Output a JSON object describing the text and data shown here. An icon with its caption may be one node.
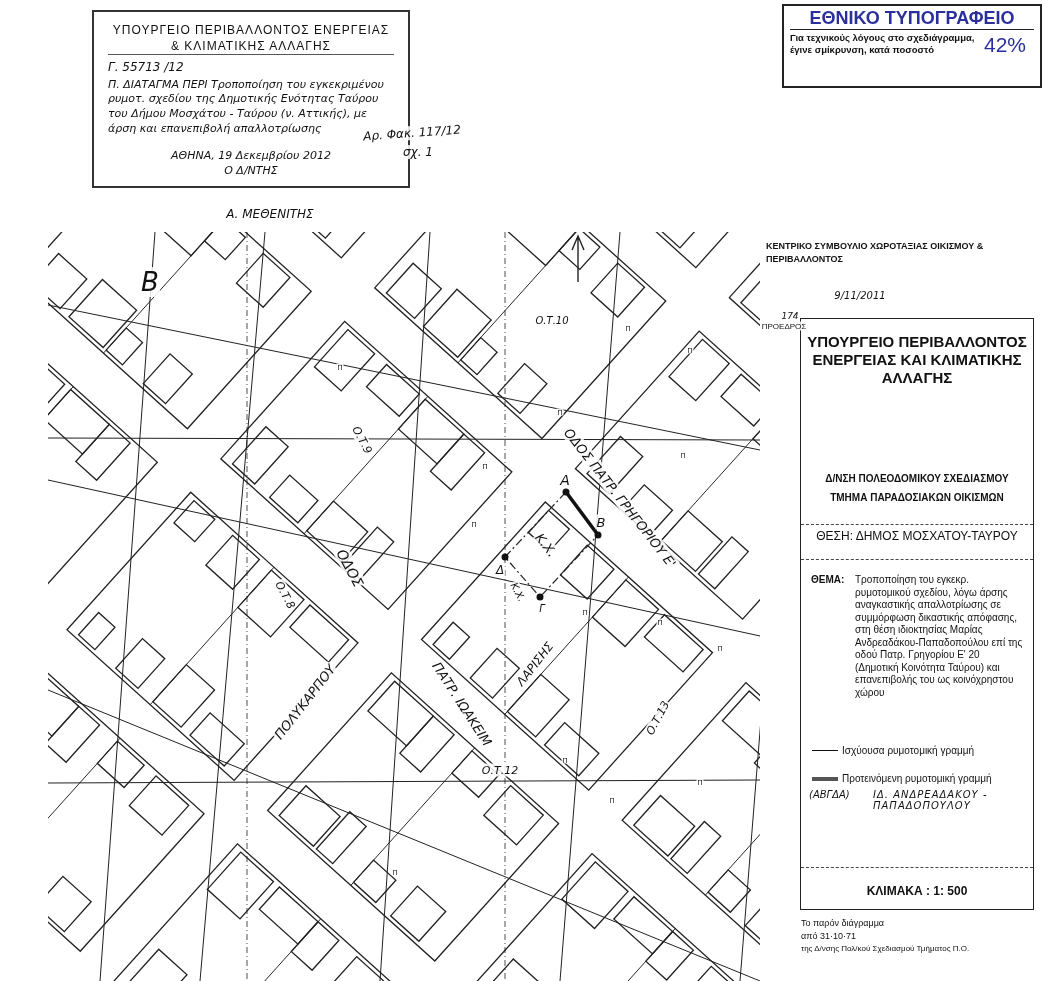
{
  "diagram": {
    "nodes": [
      {
        "text": [
          "ΥΠΟΥΡΓΕΙΟ ΠΕΡΙΒΑΛΛΟΝΤΟΣ ΕΝΕΡΓΕΙΑΣ & ΚΛΙΜΑΤΙΚΗΣ ΑΛΛΑΓΗΣ",
          "Γ. 55713 /12",
          "Π. ΔΙΑΤΑΓΜΑ ΠΕΡΙ Τροποποίηση του εγκεκριμένου ρυμοτ. σχεδίου της Δημοτικής Ενότητας Ταύρου του Δήμου Μοσχάτου - Ταύρου (ν. Αττικής), με άρση και επανεπιβολή απαλλοτρίωσης",
          "ΑΘΗΝΑ, 19 Δεκεμβρίου 2012",
          "Ο Δ/ΝΤΗΣ"
        ]
      },
      {
        "text": [
          "ΕΘΝΙΚΟ ΤΥΠΟΓΡΑΦΕΙΟ",
          "Για τεχνικούς λόγους στο σχεδιάγραμμα, έγινε σμίκρυνση, κατά ποσοστό",
          "42%"
        ]
      },
      {
        "text": [
          "ΥΠΟΥΡΓΕΙΟ ΠΕΡΙΒΑΛΛΟΝΤΟΣ ΕΝΕΡΓΕΙΑΣ ΚΑΙ ΚΛΙΜΑΤΙΚΗΣ ΑΛΛΑΓΗΣ",
          "Δ/ΝΣΗ ΠΟΛΕΟΔΟΜΙΚΟΥ ΣΧΕΔΙΑΣΜΟΥ ΤΜΗΜΑ ΠΑΡΑΔΟΣΙΑΚΩΝ ΟΙΚΙΣΜΩΝ",
          "ΘΕΣΗ: ΔΗΜΟΣ ΜΟΣΧΑΤΟΥ-ΤΑΥΡΟΥ",
          "ΘΕΜΑ:",
          "Τροποποίηση του εγκεκρ. ρυμοτομικού σχεδίου, λόγω άρσης αναγκαστικής απαλλοτρίωσης σε συμμόρφωση δικαστικής απόφασης, στη θέση ιδιοκτησίας Μαρίας Ανδρεαδάκου-Παπαδοπούλου επί της οδού Πατρ. Γρηγορίου Ε' 20 (Δημοτική Κοινότητα Ταύρου) και επανεπιβολής του ως κοινόχρηστου χώρου",
          "(ΑΒΓΔΑ)",
          "ΙΔ. ΑΝΔΡΕΑΔΑΚΟΥ - ΠΑΠΑΔΟΠΟΥΛΟΥ",
          "ΚΛΙΜΑΚΑ : 1: 500"
        ]
      },
      {
        "text": [
          "ΚΕΝΤΡΙΚΟ ΣΥΜΒΟΥΛΙΟ ΧΩΡΟΤΑΞΙΑΣ ΟΙΚΙΣΜΟΥ & ΠΕΡΙΒΑΛΛΟΝΤΟΣ"
        ]
      }
    ],
    "labels": [
      "Αρ. Φακ. 117/12",
      "σχ. 1",
      "Α. ΜΕΘΕΝΙΤΗΣ",
      "174",
      "9/11/2011",
      "ΠΡΟΕΔΡΟΣ",
      "Β",
      "Ο.Τ.10",
      "Ο.Τ.9",
      "ΟΔΟΣ ΠΑΤΡ. ΓΡΗΓΟΡΙΟΥ Ε'",
      "Α",
      "Β",
      "Κ.Χ.",
      "ΟΔΟΣ",
      "Ο.Τ.8",
      "Δ",
      "Κ.Χ.",
      "Γ",
      "ΛΑΡΙΣΗΣ",
      "ΠΟΛΥΚΑΡΠΟΥ",
      "ΠΑΤΡ. ΙΩΑΚΕΙΜ",
      "Ο.Τ.13",
      "Ο.Τ.12",
      "Το παρόν διάγραμμα",
      "από 31·10·71",
      "της Δ/νσης Πολ/κού Σχεδιασμού Τμήματος Π.Ο.",
      "Π",
      "Π",
      "Π",
      "Π",
      "Π",
      "Π",
      "Π",
      "Π",
      "Π",
      "Π",
      "Π",
      "Π",
      "Π",
      "Π"
    ],
    "legend": [
      {
        "text": "Ισχύουσα ρυμοτομική γραμμή"
      },
      {
        "text": "Προτεινόμενη ρυμοτομική γραμμή"
      }
    ]
  }
}
